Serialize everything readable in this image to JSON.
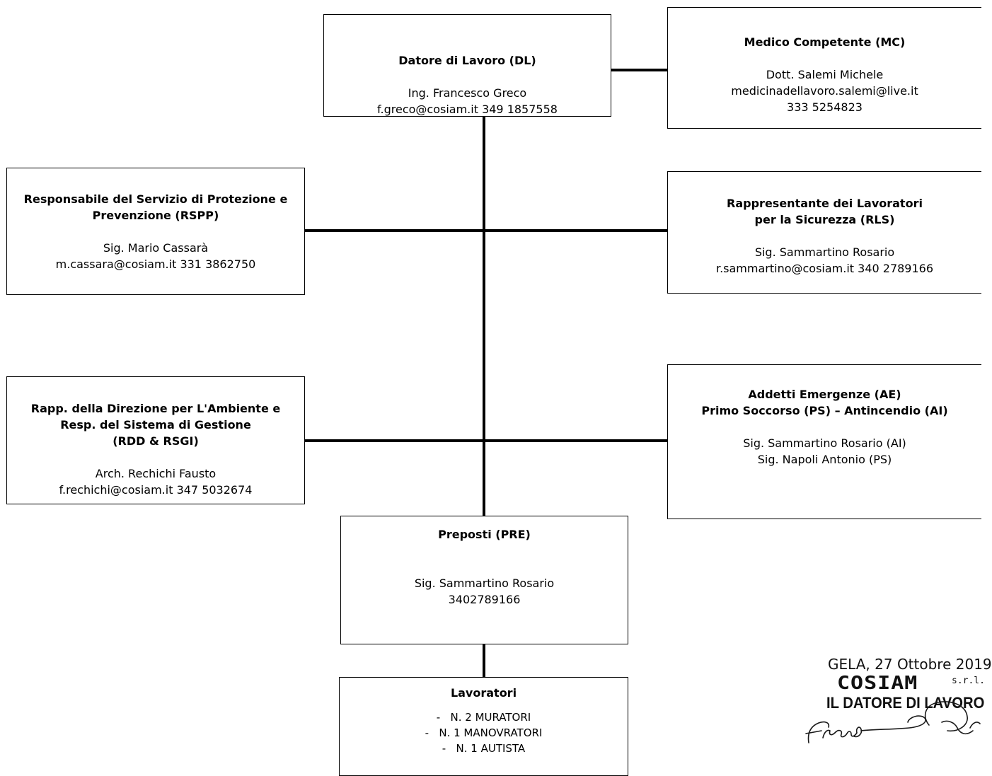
{
  "org_chart": {
    "dl": {
      "title": "Datore di Lavoro (DL)",
      "name": "Ing. Francesco Greco",
      "contact": "f.greco@cosiam.it 349 1857558"
    },
    "mc": {
      "title": "Medico Competente (MC)",
      "name": "Dott. Salemi Michele",
      "email": "medicinadellavoro.salemi@live.it",
      "phone": "333 5254823"
    },
    "rspp": {
      "title_line1": "Responsabile del Servizio di Protezione e",
      "title_line2": "Prevenzione (RSPP)",
      "name": "Sig. Mario Cassarà",
      "contact": "m.cassara@cosiam.it 331 3862750"
    },
    "rls": {
      "title_line1": "Rappresentante dei Lavoratori",
      "title_line2": "per la Sicurezza (RLS)",
      "name": "Sig. Sammartino Rosario",
      "contact": "r.sammartino@cosiam.it 340 2789166"
    },
    "rdd": {
      "title_line1": "Rapp. della Direzione per L'Ambiente e",
      "title_line2": "Resp. del Sistema di Gestione",
      "title_line3": "(RDD & RSGI)",
      "name": "Arch. Rechichi Fausto",
      "contact": "f.rechichi@cosiam.it 347 5032674"
    },
    "ae": {
      "title_line1": "Addetti Emergenze (AE)",
      "title_line2": "Primo Soccorso (PS) – Antincendio (AI)",
      "member1": "Sig. Sammartino Rosario (AI)",
      "member2": "Sig. Napoli Antonio (PS)"
    },
    "pre": {
      "title": "Preposti (PRE)",
      "name": "Sig. Sammartino Rosario",
      "phone": "3402789166"
    },
    "lav": {
      "title": "Lavoratori",
      "items": [
        "-   N. 2 MURATORI",
        "-   N. 1 MANOVRATORI",
        "-   N. 1 AUTISTA"
      ]
    }
  },
  "signature_block": {
    "place_date": "GELA, 27 Ottobre 2019",
    "stamp_logo": "COSIAM",
    "stamp_srl": "s.r.l.",
    "stamp_role": "IL DATORE DI LAVORO"
  }
}
